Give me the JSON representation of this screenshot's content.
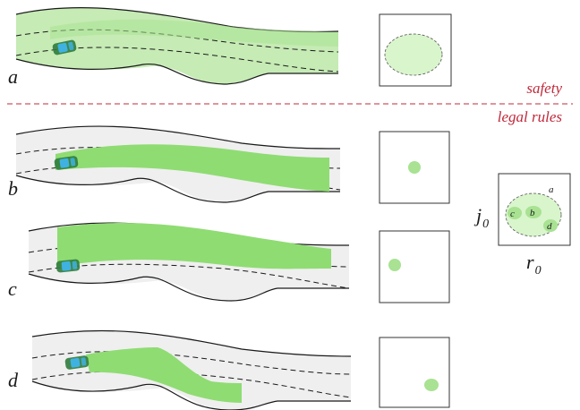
{
  "rows": [
    {
      "id": "a",
      "label": "a"
    },
    {
      "id": "b",
      "label": "b"
    },
    {
      "id": "c",
      "label": "c"
    },
    {
      "id": "d",
      "label": "d"
    }
  ],
  "divider": {
    "upper_label": "safety",
    "lower_label": "legal rules",
    "color": "#c0283a"
  },
  "summary": {
    "y_axis_label": "j",
    "y_axis_subscript": "0",
    "x_axis_label": "r",
    "x_axis_subscript": "0",
    "region_labels": {
      "a": "a",
      "b": "b",
      "c": "c",
      "d": "d"
    }
  },
  "colors": {
    "road_fill": "#efefef",
    "road_edge": "#1a1a1a",
    "drivable": "#8fdc73",
    "safe_region": "#c9efb9",
    "region_fill": "#d9f5cc",
    "region_spot": "#a8e292",
    "car_body": "#2f7c3c",
    "car_window": "#3fb2e2"
  }
}
